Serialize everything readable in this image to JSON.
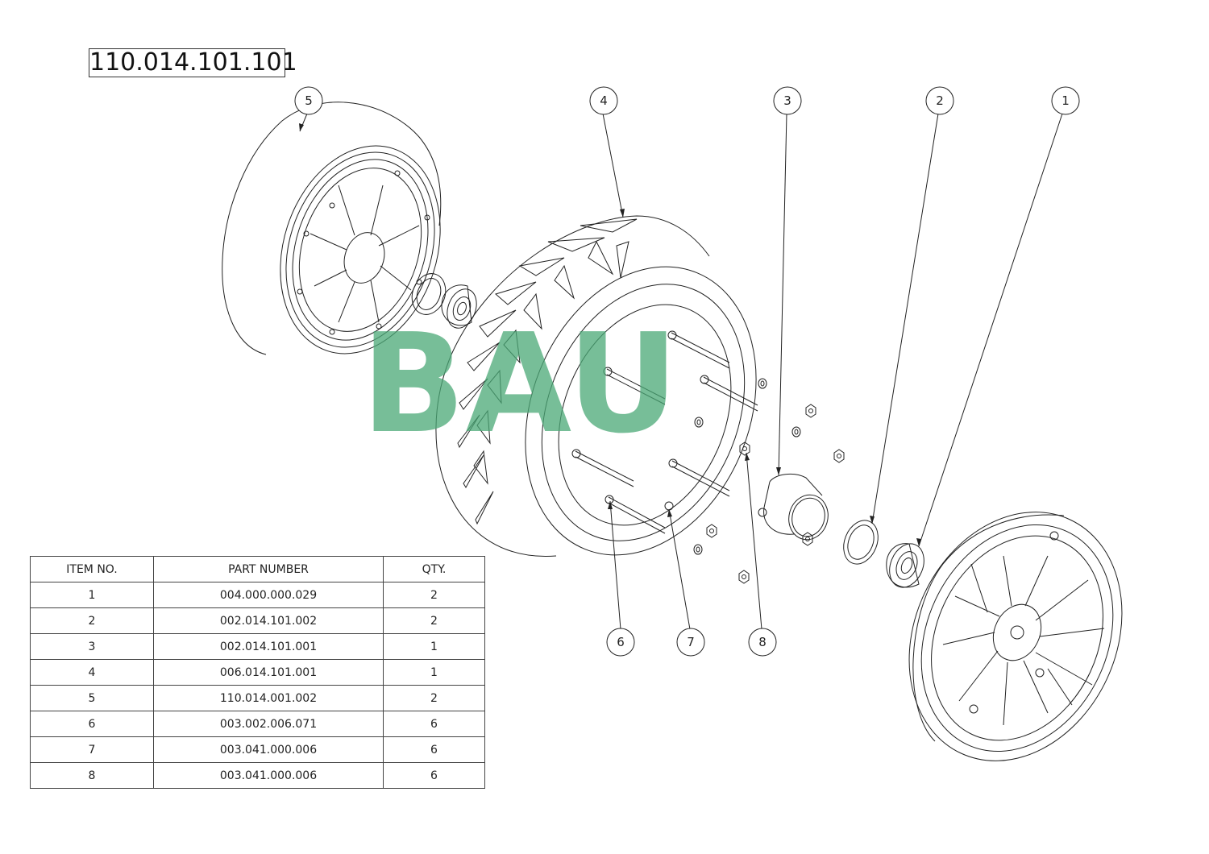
{
  "drawing": {
    "assembly_number": "110.014.101.101",
    "balloons": [
      {
        "item": "1"
      },
      {
        "item": "2"
      },
      {
        "item": "3"
      },
      {
        "item": "4"
      },
      {
        "item": "5"
      },
      {
        "item": "6"
      },
      {
        "item": "7"
      },
      {
        "item": "8"
      }
    ],
    "watermark": "BAU",
    "line_color": "#222222",
    "watermark_color": "#4aa876"
  },
  "bom": {
    "headers": [
      "ITEM NO.",
      "PART NUMBER",
      "QTY."
    ],
    "rows": [
      {
        "item": "1",
        "part": "004.000.000.029",
        "qty": "2"
      },
      {
        "item": "2",
        "part": "002.014.101.002",
        "qty": "2"
      },
      {
        "item": "3",
        "part": "002.014.101.001",
        "qty": "1"
      },
      {
        "item": "4",
        "part": "006.014.101.001",
        "qty": "1"
      },
      {
        "item": "5",
        "part": "110.014.001.002",
        "qty": "2"
      },
      {
        "item": "6",
        "part": "003.002.006.071",
        "qty": "6"
      },
      {
        "item": "7",
        "part": "003.041.000.006",
        "qty": "6"
      },
      {
        "item": "8",
        "part": "003.041.000.006",
        "qty": "6"
      }
    ]
  }
}
